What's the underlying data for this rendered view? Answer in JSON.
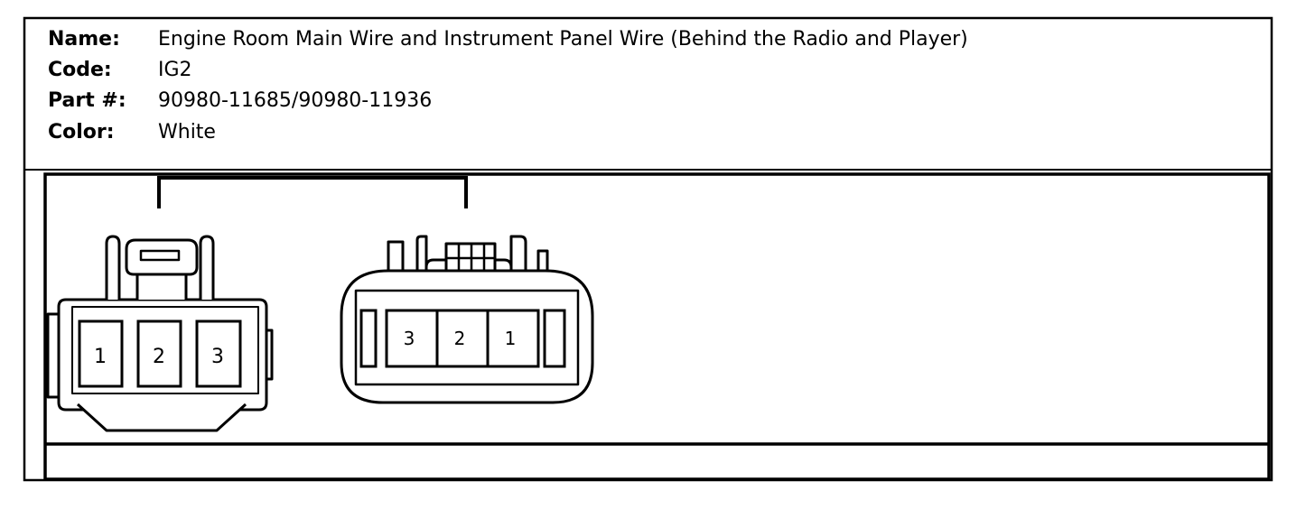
{
  "fields": {
    "name": {
      "label": "Name:",
      "value": "Engine Room Main Wire and Instrument Panel Wire (Behind the Radio and Player)"
    },
    "code": {
      "label": "Code:",
      "value": "IG2"
    },
    "part": {
      "label": "Part #:",
      "value": "90980-11685/90980-11936"
    },
    "color": {
      "label": "Color:",
      "value": "White"
    }
  },
  "connectors": {
    "male": {
      "pins": [
        "1",
        "2",
        "3"
      ]
    },
    "female": {
      "pins": [
        "3",
        "2",
        "1"
      ]
    }
  }
}
